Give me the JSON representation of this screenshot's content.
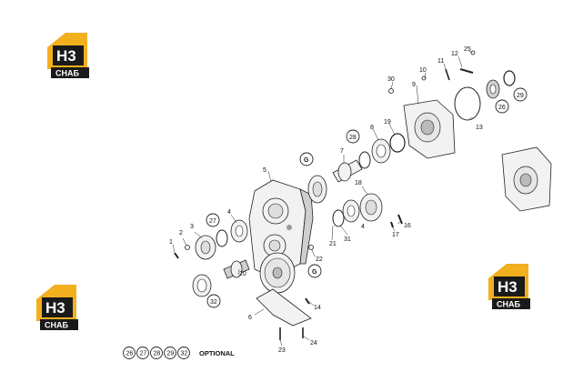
{
  "logo": {
    "mark": "H3",
    "word": "СНАБ"
  },
  "callouts": {
    "c1": "1",
    "c2": "2",
    "c3": "3",
    "c4a": "4",
    "c4b": "4",
    "c5": "5",
    "c6": "6",
    "c7": "7",
    "c8": "8",
    "c9": "9",
    "c10": "10",
    "c11": "11",
    "c12": "12",
    "c13": "13",
    "c14": "14",
    "c16": "16",
    "c17": "17",
    "c18": "18",
    "c19": "19",
    "c20": "20",
    "c21": "21",
    "c22": "22",
    "c23": "23",
    "c24": "24",
    "c25": "25",
    "c26": "26",
    "c29": "29",
    "c30": "30",
    "c31": "31"
  },
  "circled": {
    "g1": "G",
    "g2": "G",
    "o27": "27",
    "o28": "28",
    "o32": "32",
    "o26": "26",
    "o29": "29"
  },
  "legend": {
    "items": [
      "26",
      "27",
      "28",
      "29",
      "32"
    ],
    "label": "OPTIONAL"
  }
}
